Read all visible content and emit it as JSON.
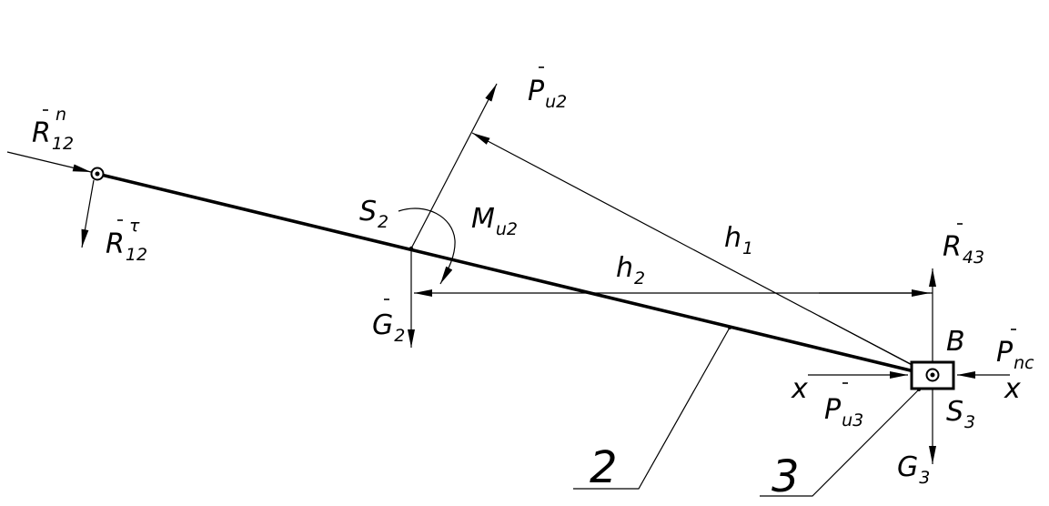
{
  "labels": {
    "r12n": {
      "main": "R",
      "sub": "12",
      "sup": "n"
    },
    "r12t": {
      "main": "R",
      "sub": "12",
      "sup": "τ"
    },
    "pu2": {
      "main": "P",
      "sub": "u2"
    },
    "s2": {
      "main": "S",
      "sub": "2"
    },
    "mu2": {
      "main": "M",
      "sub": "u2"
    },
    "g2": {
      "main": "G",
      "sub": "2"
    },
    "h1": {
      "main": "h",
      "sub": "1"
    },
    "h2": {
      "main": "h",
      "sub": "2"
    },
    "r43": {
      "main": "R",
      "sub": "43"
    },
    "b": "B",
    "ppc": {
      "main": "P",
      "sub": "nc"
    },
    "x_left": "x",
    "x_right": "x",
    "pu3": {
      "main": "P",
      "sub": "u3"
    },
    "s3": {
      "main": "S",
      "sub": "3"
    },
    "g3": {
      "main": "G",
      "sub": "3"
    },
    "part2": "2",
    "part3": "3"
  }
}
